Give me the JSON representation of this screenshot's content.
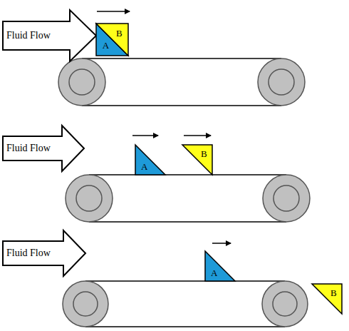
{
  "diagram": {
    "nodes": [
      {
        "text": [
          "Fluid Flow"
        ]
      },
      {
        "text": [
          "A"
        ]
      },
      {
        "text": [
          "B"
        ]
      },
      {
        "text": [
          "Fluid Flow"
        ]
      },
      {
        "text": [
          "A"
        ]
      },
      {
        "text": [
          "B"
        ]
      },
      {
        "text": [
          "Fluid Flow"
        ]
      },
      {
        "text": [
          "A"
        ]
      },
      {
        "text": [
          "B"
        ]
      }
    ]
  }
}
